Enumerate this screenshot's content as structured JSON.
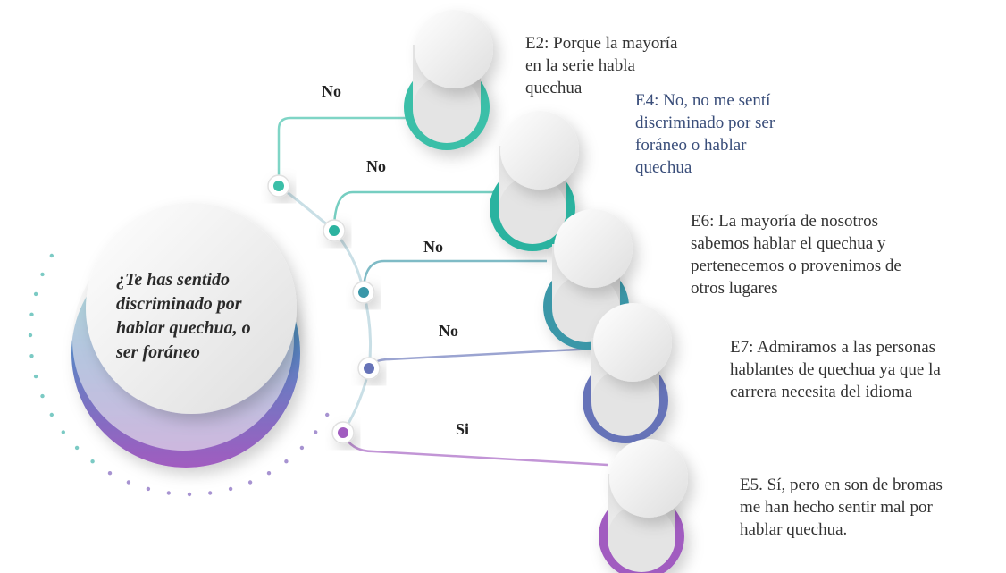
{
  "question": "¿Te has sentido\ndiscriminado por\nhablar quechua, o\nser foráneo",
  "branches": [
    {
      "label": "No",
      "response": "E2: Porque la mayoría\nen la serie habla\nquechua",
      "color": "#3bbfa8"
    },
    {
      "label": "No",
      "response": "E4: No, no me sentí\ndiscriminado por ser\nforáneo o hablar\nquechua",
      "color": "#2cb3a0"
    },
    {
      "label": "No",
      "response": "E6: La mayoría de nosotros\nsabemos hablar el quechua y\npertenecemos o provenimos de\notros lugares",
      "color": "#3a97a8"
    },
    {
      "label": "No",
      "response": "E7: Admiramos a las personas\nhablantes de quechua ya que la\ncarrera necesita del idioma",
      "color": "#6673b8"
    },
    {
      "label": "Si",
      "response": "E5. Sí, pero en son de bromas\nme han hecho sentir mal por\nhablar quechua.",
      "color": "#a15cc0"
    }
  ]
}
